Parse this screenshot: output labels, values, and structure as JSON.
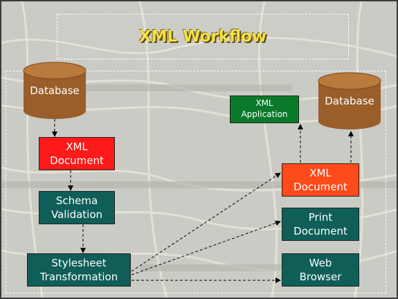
{
  "title": "XML Workflow",
  "colors": {
    "red_box": "#ff1a1a",
    "teal_box": "#0f5e58",
    "orange_box": "#ff4a1a",
    "green_box": "#0a7a2a",
    "database": "#9a5e2a",
    "title_text": "#f4e04a"
  },
  "nodes": {
    "database_left": "Database",
    "database_right": "Database",
    "xml_document_left": "XML\nDocument",
    "schema_validation": "Schema\nValidation",
    "stylesheet_transformation": "Stylesheet\nTransformation",
    "xml_application": "XML\nApplication",
    "xml_document_right": "XML\nDocument",
    "print_document": "Print\nDocument",
    "web_browser": "Web\nBrowser"
  }
}
